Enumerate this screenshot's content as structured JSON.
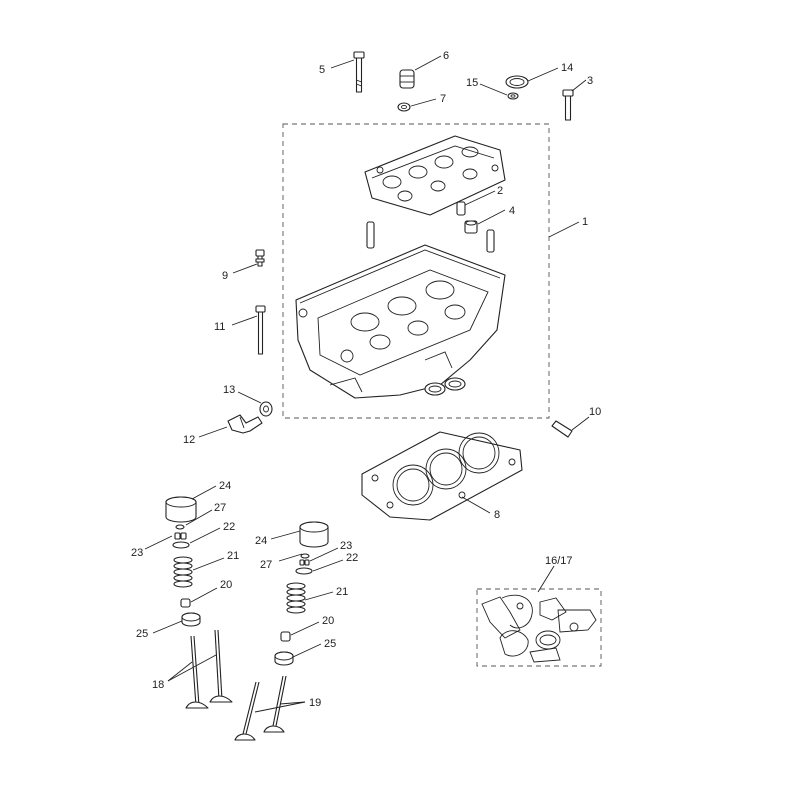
{
  "callouts": {
    "c1": "1",
    "c2": "2",
    "c3": "3",
    "c4": "4",
    "c5": "5",
    "c6": "6",
    "c7": "7",
    "c8": "8",
    "c9": "9",
    "c10": "10",
    "c11": "11",
    "c12": "12",
    "c13": "13",
    "c14": "14",
    "c15": "15",
    "c16_17": "16/17",
    "c18": "18",
    "c19": "19",
    "c20a": "20",
    "c20b": "20",
    "c21a": "21",
    "c21b": "21",
    "c22a": "22",
    "c22b": "22",
    "c23a": "23",
    "c23b": "23",
    "c24a": "24",
    "c24b": "24",
    "c25a": "25",
    "c25b": "25",
    "c27a": "27",
    "c27b": "27"
  }
}
